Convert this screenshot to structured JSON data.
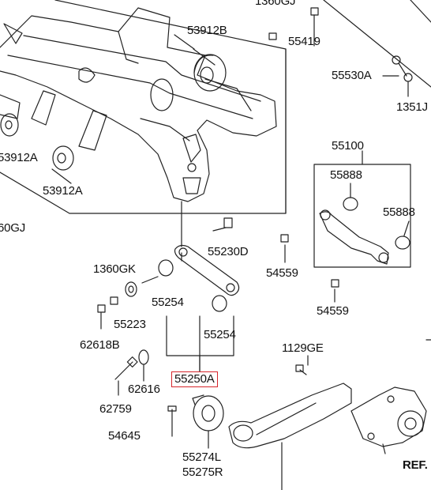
{
  "diagram": {
    "highlight_color": "#d6252b",
    "line_color": "#222222",
    "labels": {
      "l_1360gj_top": "1360GJ",
      "l_53912b": "53912B",
      "l_55419": "55419",
      "l_55530a": "55530A",
      "l_1351j": "1351J",
      "l_53912a_left": "53912A",
      "l_53912a": "53912A",
      "l_60gj": "60GJ",
      "l_55100": "55100",
      "l_55888_a": "55888",
      "l_55888_b": "55888",
      "l_55230d": "55230D",
      "l_54559_a": "54559",
      "l_1360gk": "1360GK",
      "l_55254_a": "55254",
      "l_55223": "55223",
      "l_54559_b": "54559",
      "l_62618b": "62618B",
      "l_55254_b": "55254",
      "l_1129ge": "1129GE",
      "l_55250a": "55250A",
      "l_62616": "62616",
      "l_62759": "62759",
      "l_54645": "54645",
      "l_55274l": "55274L",
      "l_55275r": "55275R",
      "l_ref": "REF."
    }
  }
}
